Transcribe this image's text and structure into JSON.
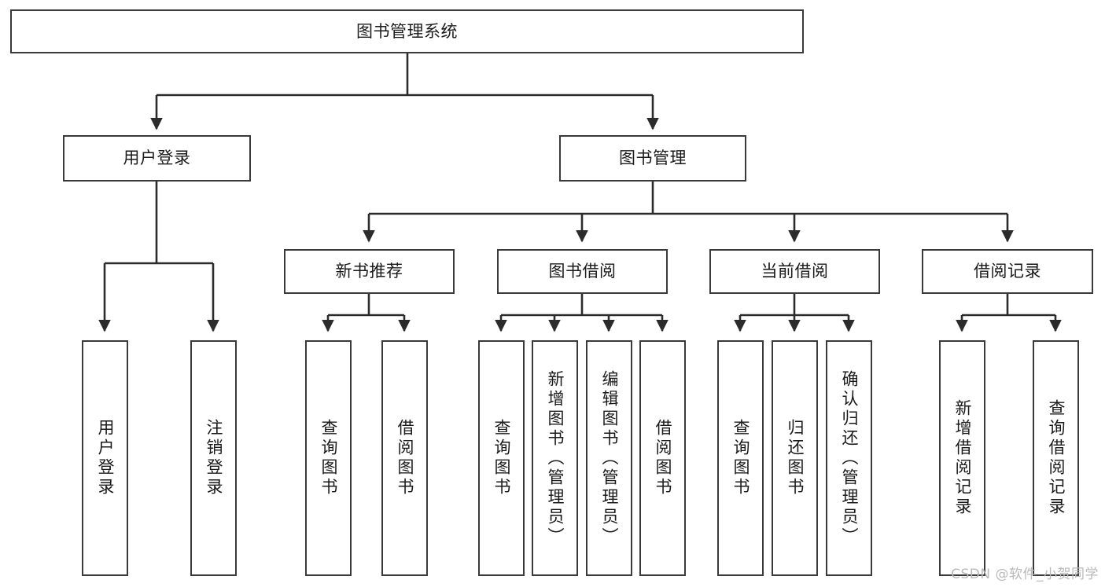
{
  "diagram": {
    "type": "tree",
    "title": "图书管理系统",
    "root": {
      "label": "图书管理系统"
    },
    "level2": [
      {
        "label": "用户登录"
      },
      {
        "label": "图书管理"
      }
    ],
    "level3": [
      {
        "label": "新书推荐"
      },
      {
        "label": "图书借阅"
      },
      {
        "label": "当前借阅"
      },
      {
        "label": "借阅记录"
      }
    ],
    "leaves": {
      "user_login": [
        {
          "label": "用户登录"
        },
        {
          "label": "注销登录"
        }
      ],
      "new_book_recommend": [
        {
          "label": "查询图书"
        },
        {
          "label": "借阅图书"
        }
      ],
      "book_borrow": [
        {
          "label": "查询图书"
        },
        {
          "label": "新增图书（管理员）"
        },
        {
          "label": "编辑图书（管理员）"
        },
        {
          "label": "借阅图书"
        }
      ],
      "current_borrow": [
        {
          "label": "查询图书"
        },
        {
          "label": "归还图书"
        },
        {
          "label": "确认归还（管理员）"
        }
      ],
      "borrow_record": [
        {
          "label": "新增借阅记录"
        },
        {
          "label": "查询借阅记录"
        }
      ]
    }
  },
  "watermark": {
    "text": "CSDN @软件_小贺同学"
  },
  "colors": {
    "background": "#ffffff",
    "box_border": "#3a3a3a",
    "box_fill": "#ffffff",
    "text": "#1a1a1a",
    "connector": "#2b2b2b",
    "watermark": "#b9b9b9"
  }
}
